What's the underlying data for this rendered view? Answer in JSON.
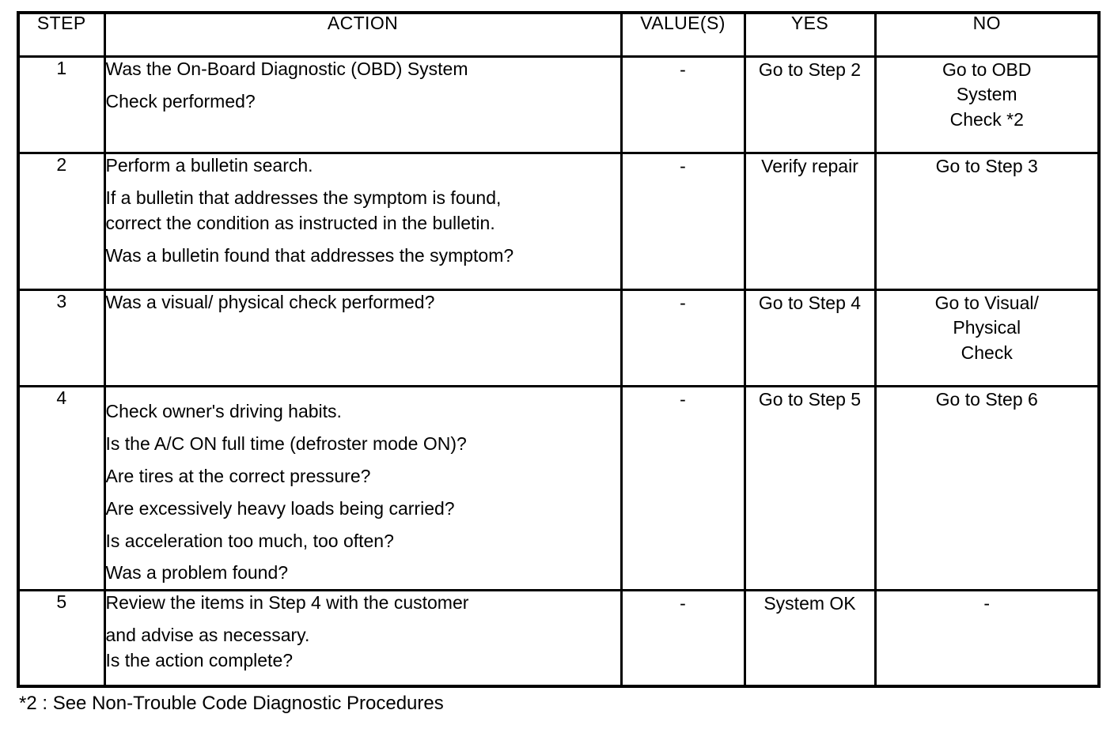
{
  "table": {
    "columns": [
      {
        "key": "step",
        "label": "STEP"
      },
      {
        "key": "action",
        "label": "ACTION"
      },
      {
        "key": "value",
        "label": "VALUE(S)"
      },
      {
        "key": "yes",
        "label": "YES"
      },
      {
        "key": "no",
        "label": "NO"
      }
    ],
    "rows": [
      {
        "step": "1",
        "action_lines": [
          "Was the On-Board Diagnostic (OBD) System",
          "Check performed?"
        ],
        "value_lines": [
          "-"
        ],
        "yes_lines": [
          "Go to Step 2"
        ],
        "no_lines": [
          "Go to OBD",
          "System",
          "Check *2"
        ]
      },
      {
        "step": "2",
        "action_lines": [
          "Perform a bulletin search.",
          "If a bulletin that addresses the symptom is found,",
          "correct the condition as instructed in the bulletin.",
          "Was a bulletin found that addresses the symptom?"
        ],
        "value_lines": [
          "-"
        ],
        "yes_lines": [
          "Verify repair"
        ],
        "no_lines": [
          "Go to Step 3"
        ]
      },
      {
        "step": "3",
        "action_lines": [
          "Was a visual/ physical check performed?"
        ],
        "value_lines": [
          "-"
        ],
        "yes_lines": [
          "Go to Step 4"
        ],
        "no_lines": [
          "Go to Visual/",
          "Physical",
          "Check"
        ]
      },
      {
        "step": "4",
        "action_lines": [
          "Check owner's driving habits.",
          "Is the A/C ON full time (defroster mode ON)?",
          "Are tires at the correct pressure?",
          "Are excessively heavy loads being carried?",
          "Is acceleration too much, too often?",
          "Was a problem found?"
        ],
        "value_lines": [
          "-"
        ],
        "yes_lines": [
          "Go to Step 5"
        ],
        "no_lines": [
          "Go to Step 6"
        ]
      },
      {
        "step": "5",
        "action_lines": [
          "Review the items in Step 4 with the customer",
          "and advise as necessary.",
          "Is the action complete?"
        ],
        "value_lines": [
          "-"
        ],
        "yes_lines": [
          "System OK"
        ],
        "no_lines": [
          "-"
        ]
      }
    ]
  },
  "footnote": "*2 : See Non-Trouble Code Diagnostic Procedures",
  "colors": {
    "text": "#000000",
    "background": "#ffffff",
    "border": "#000000"
  }
}
